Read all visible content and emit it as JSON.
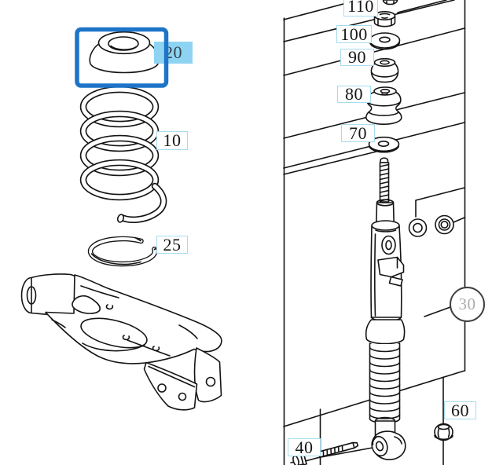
{
  "diagram": {
    "kind": "suspension-exploded-parts-diagram",
    "selection": {
      "selected_part_label": "20"
    }
  },
  "parts": {
    "p20": {
      "label": "20",
      "shape": "conical-spring-seat",
      "selected": true
    },
    "p10": {
      "label": "10",
      "shape": "coil-spring"
    },
    "p25": {
      "label": "25",
      "shape": "spring-rubber-pad"
    },
    "p110": {
      "label": "110",
      "shape": "hex-nut"
    },
    "p100": {
      "label": "100",
      "shape": "washer"
    },
    "p90": {
      "label": "90",
      "shape": "rubber-mount"
    },
    "p80": {
      "label": "80",
      "shape": "rubber-buffer"
    },
    "p70": {
      "label": "70",
      "shape": "washer"
    },
    "p30": {
      "label": "30",
      "shape": "shock-absorber"
    },
    "p60": {
      "label": "60",
      "shape": "flange-nut"
    },
    "p40": {
      "label": "40",
      "shape": "bolt"
    }
  },
  "unlabeled_drawings": {
    "control_arm": "lower-control-arm",
    "rings": "retaining-rings"
  },
  "colors": {
    "highlight_border": "#1d74c8",
    "selected_label_bg": "#8ed4f2",
    "label_border": "#a6dcee",
    "line_art": "#141414",
    "muted_label_text": "#acacac",
    "background": "#ffffff"
  }
}
